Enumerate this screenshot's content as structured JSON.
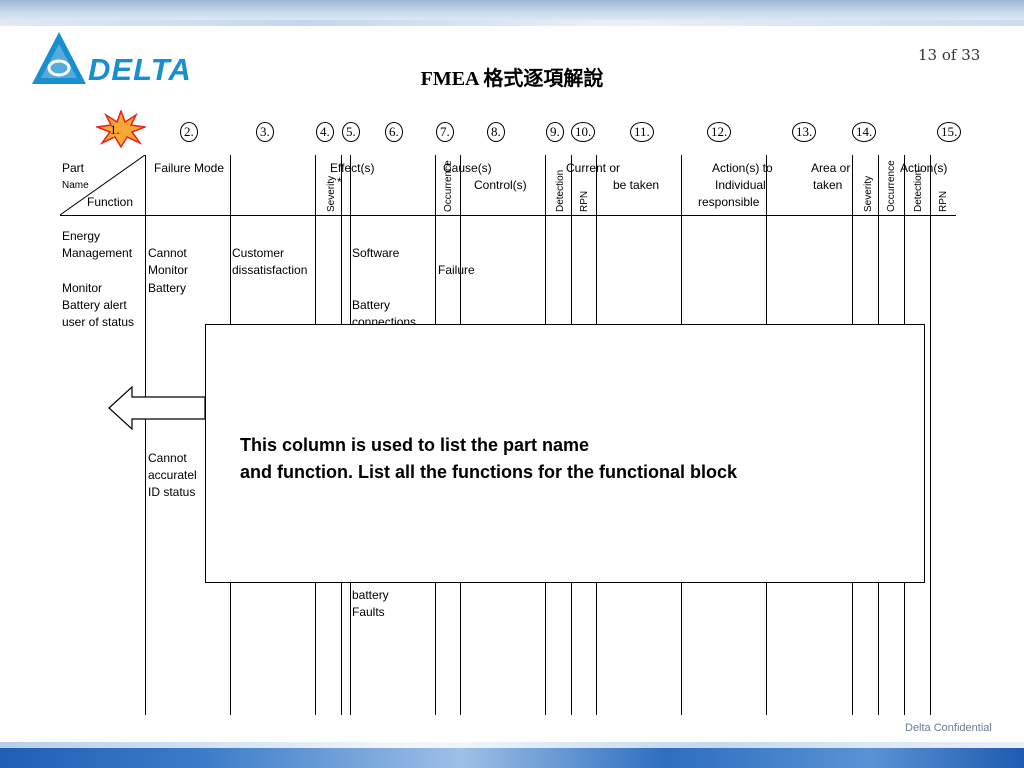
{
  "header": {
    "logo_text": "DELTA",
    "page_number": "13 of 33",
    "title": "FMEA 格式逐項解說"
  },
  "column_numbers": [
    "1.",
    "2.",
    "3.",
    "4.",
    "5.",
    "6.",
    "7.",
    "8.",
    "9.",
    "10.",
    "11.",
    "12.",
    "13.",
    "14.",
    "15."
  ],
  "columns": {
    "part": "Part",
    "name": "Name",
    "function": "Function",
    "failure_mode": "Failure Mode",
    "effects": "Effect(s)",
    "severity": "Severity",
    "severity_mark": "*",
    "causes": "Cause(s)",
    "occurrence": "Occurrence",
    "current": "Current or",
    "controls": "Control(s)",
    "detection": "Detection",
    "rpn": "RPN",
    "action_line1": "Action(s) to",
    "action_line2": "be taken",
    "area_line1": "Area or",
    "area_line2": "Individual",
    "area_line3": "responsible",
    "actions_taken_line1": "Action(s)",
    "actions_taken_line2": "taken",
    "severity2": "Severity",
    "occurrence2": "Occurrence",
    "detection2": "Detection",
    "rpn2": "RPN"
  },
  "rows": {
    "part_1": "Energy",
    "part_2": "Management",
    "part_3": "Monitor",
    "part_4": "Battery alert",
    "part_5": "user of status",
    "fm1_1": "Cannot",
    "fm1_2": "Monitor",
    "fm1_3": "Battery",
    "effect1_1": "Customer",
    "effect1_2": "dissatisfaction",
    "cause1_1": "Software",
    "cause1_2": "Failure",
    "cause1_3": "Battery",
    "cause1_4": "connections",
    "fm2_1": "Cannot",
    "fm2_2": "accuratel",
    "fm2_3": "ID status",
    "cause2_1": "battery",
    "cause2_2": "Faults"
  },
  "callout": {
    "line1": "This column is used to list the part name",
    "line2": "and function.  List all the functions for the functional block"
  },
  "footer": {
    "confidential": "Delta Confidential"
  },
  "colors": {
    "brand": "#1a8fd0",
    "burst": "#e8231a",
    "burst_fill": "#f7a733"
  }
}
